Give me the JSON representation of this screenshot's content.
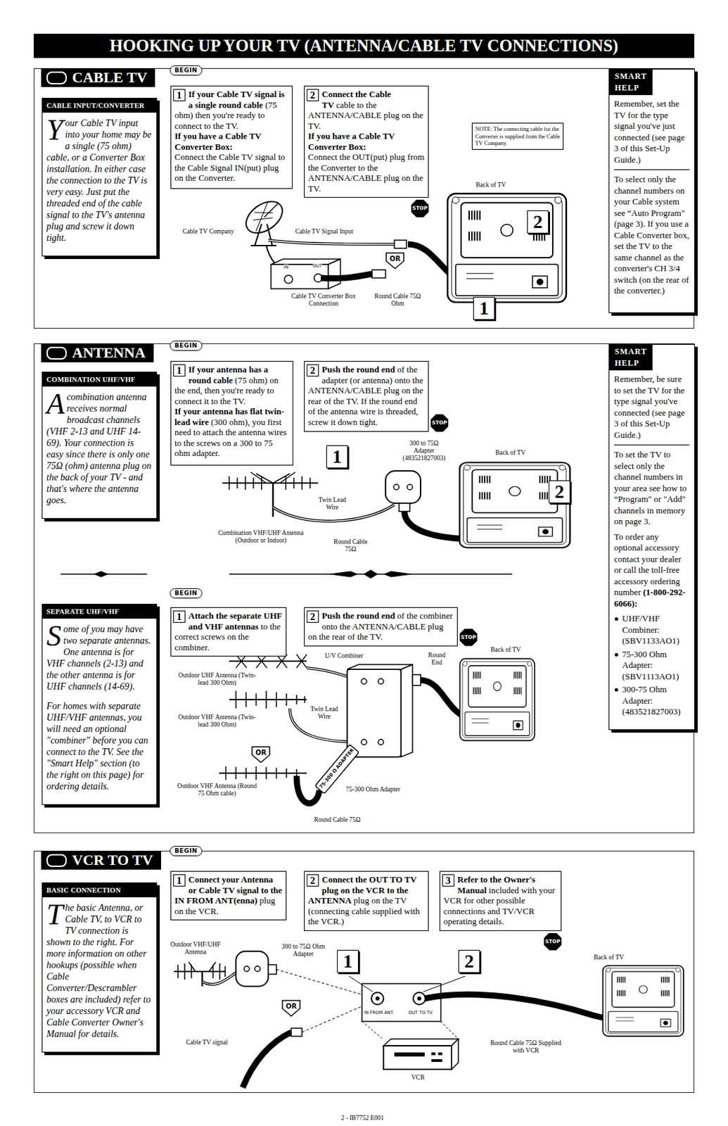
{
  "diagram": {
    "title": "HOOKING UP YOUR TV (ANTENNA/CABLE TV CONNECTIONS)",
    "nodes": [
      {
        "text": [
          "CABLE TV"
        ]
      },
      {
        "text": [
          "CABLE INPUT/CONVERTER",
          "Your Cable TV input into your home may be a single (75 ohm) cable, or a Converter Box installation. In either case the connection to the TV is very easy. Just put the threaded end of the cable signal to the TV's antenna plug and screw it down tight."
        ],
        "in": 0
      },
      {
        "text": [
          "1",
          "If your Cable TV signal is a single round cable",
          "(75 ohm) then you're ready to connect to the TV.",
          "If you have a Cable TV Converter Box:",
          "Connect the Cable TV signal to the Cable Signal IN(put) plug on the Converter."
        ],
        "in": 0
      },
      {
        "text": [
          "2",
          "Connect the Cable TV",
          "cable to the ANTENNA/CABLE plug on the TV.",
          "If you have a Cable TV Converter Box:",
          "Connect the OUT(put) plug from the Converter to the ANTENNA/CABLE plug on the TV."
        ],
        "in": 0
      },
      {
        "text": [
          "NOTE: The connecting cable for the Converter is supplied from the Cable TV Company."
        ],
        "in": 0
      },
      {
        "text": [
          "SMART HELP",
          "Remember, set the TV for the type signal you've just connected (see page 3 of this Set-Up Guide.)",
          "To select only the channel numbers on your Cable system see “Auto Program\" (page 3). If you use a Cable Converter box, set the TV to the same channel as the converter's CH 3/4 switch (on the rear of the converter.)"
        ],
        "in": 0
      },
      {
        "text": [
          "ANTENNA"
        ]
      },
      {
        "text": [
          "COMBINATION UHF/VHF",
          "A combination antenna receives normal broadcast channels (VHF 2-13 and UHF 14-69). Your connection is easy since there is only one 75Ω (ohm) antenna plug on the back of your TV - and that's where the antenna goes."
        ],
        "in": 6
      },
      {
        "text": [
          "1",
          "If your antenna has a round cable",
          "(75 ohm) on the end, then you're ready to connect it to the TV.",
          "If your antenna has flat twin-lead wire",
          "(300 ohm), you first need to attach the antenna wires to the screws on a 300 to 75 ohm adapter."
        ],
        "in": 6
      },
      {
        "text": [
          "2",
          "Push the round end",
          "of the adapter (or antenna) onto the ANTENNA/CABLE plug on the rear of the TV. If the round end of the antenna wire is threaded, screw it down tight."
        ],
        "in": 6
      },
      {
        "text": [
          "SMART HELP",
          "Remember, be sure to set the TV for the type signal you've connected (see page 3 of this Set-Up Guide.)",
          "To set the TV to select only the channel numbers in your area see how to “Program\" or \"Add\" channels in memory on page 3.",
          "To order any optional accessory contact your dealer or call the toll-free accessory ordering number",
          "(1-800-292-6066):",
          "UHF/VHF Combiner: (SBV1133AO1)",
          "75-300 Ohm Adapter: (SBV1113AO1)",
          "300-75 Ohm Adapter: (483521827003)"
        ],
        "in": 6
      },
      {
        "text": [
          "SEPARATE UHF/VHF",
          "Some of you may have two separate antennas. One antenna is for VHF channels (2-13) and the other antenna is for UHF channels (14-69).",
          "For homes with separate UHF/VHF antennas, you will need an optional \"combiner\" before you can connect to the TV. See the \"Smart Help\" section (to the right on this page) for ordering details."
        ],
        "in": 6
      },
      {
        "text": [
          "1",
          "Attach the separate UHF and VHF antennas",
          "to the correct screws on the combiner."
        ],
        "in": 6
      },
      {
        "text": [
          "2",
          "Push the round end",
          "of the combiner onto the ANTENNA/CABLE plug on the rear of the TV."
        ],
        "in": 6
      },
      {
        "text": [
          "VCR TO TV"
        ]
      },
      {
        "text": [
          "BASIC CONNECTION",
          "The basic Antenna, or Cable TV, to VCR to TV connection is shown to the right. For more information on other hookups (possible when Cable Converter/Descrambler boxes are included) refer to your accessory VCR and Cable Converter Owner's Manual for details."
        ],
        "in": 14
      },
      {
        "text": [
          "1",
          "Connect your Antenna or Cable TV signal to the IN FROM ANT(enna)",
          "plug on the VCR."
        ],
        "in": 14
      },
      {
        "text": [
          "2",
          "Connect the OUT TO TV plug on the VCR to the ANTENNA",
          "plug on the TV (connecting cable supplied with the VCR.)"
        ],
        "in": 14
      },
      {
        "text": [
          "3",
          "Refer to the Owner's Manual",
          "included with your VCR for other possible connections and TV/VCR operating details."
        ],
        "in": 14
      }
    ],
    "labels": [
      "BEGIN",
      "STOP",
      "Cable TV Company",
      "Cable TV Signal Input",
      "IN",
      "OUT",
      "OR",
      "Back of TV",
      "2",
      "1",
      "Cable TV Converter Box Connection",
      "Round Cable 75Ω Ohm",
      "BEGIN",
      "1",
      "300 to 75Ω Adapter (483521827003)",
      "Back of TV",
      "2",
      "STOP",
      "Twin Lead Wire",
      "Combination VHF/UHF Antenna (Outdoor or Indoor)",
      "Round Cable 75Ω",
      "BEGIN",
      "U/V Combiner",
      "Round End",
      "STOP",
      "Back of TV",
      "Outdoor UHF Antenna (Twin-lead 300 Ohm)",
      "Outdoor VHF Antenna (Twin-lead 300 Ohm)",
      "Twin Lead Wire",
      "OR",
      "Outdoor VHF Antenna (Round 75 Ohm cable)",
      "75-300 Ω ADAPTER",
      "75-300 Ohm Adapter",
      "Round Cable 75Ω",
      "BEGIN",
      "Outdoor VHF/UHF Antenna",
      "300 to 75Ω Ohm Adapter",
      "1",
      "2",
      "Back of TV",
      "OR",
      "IN FROM ANT.",
      "OUT TO TV",
      "Cable TV signal",
      "STOP",
      "Round Cable 75Ω Supplied with VCR",
      "VCR",
      "2 - IB7752 E001"
    ]
  }
}
